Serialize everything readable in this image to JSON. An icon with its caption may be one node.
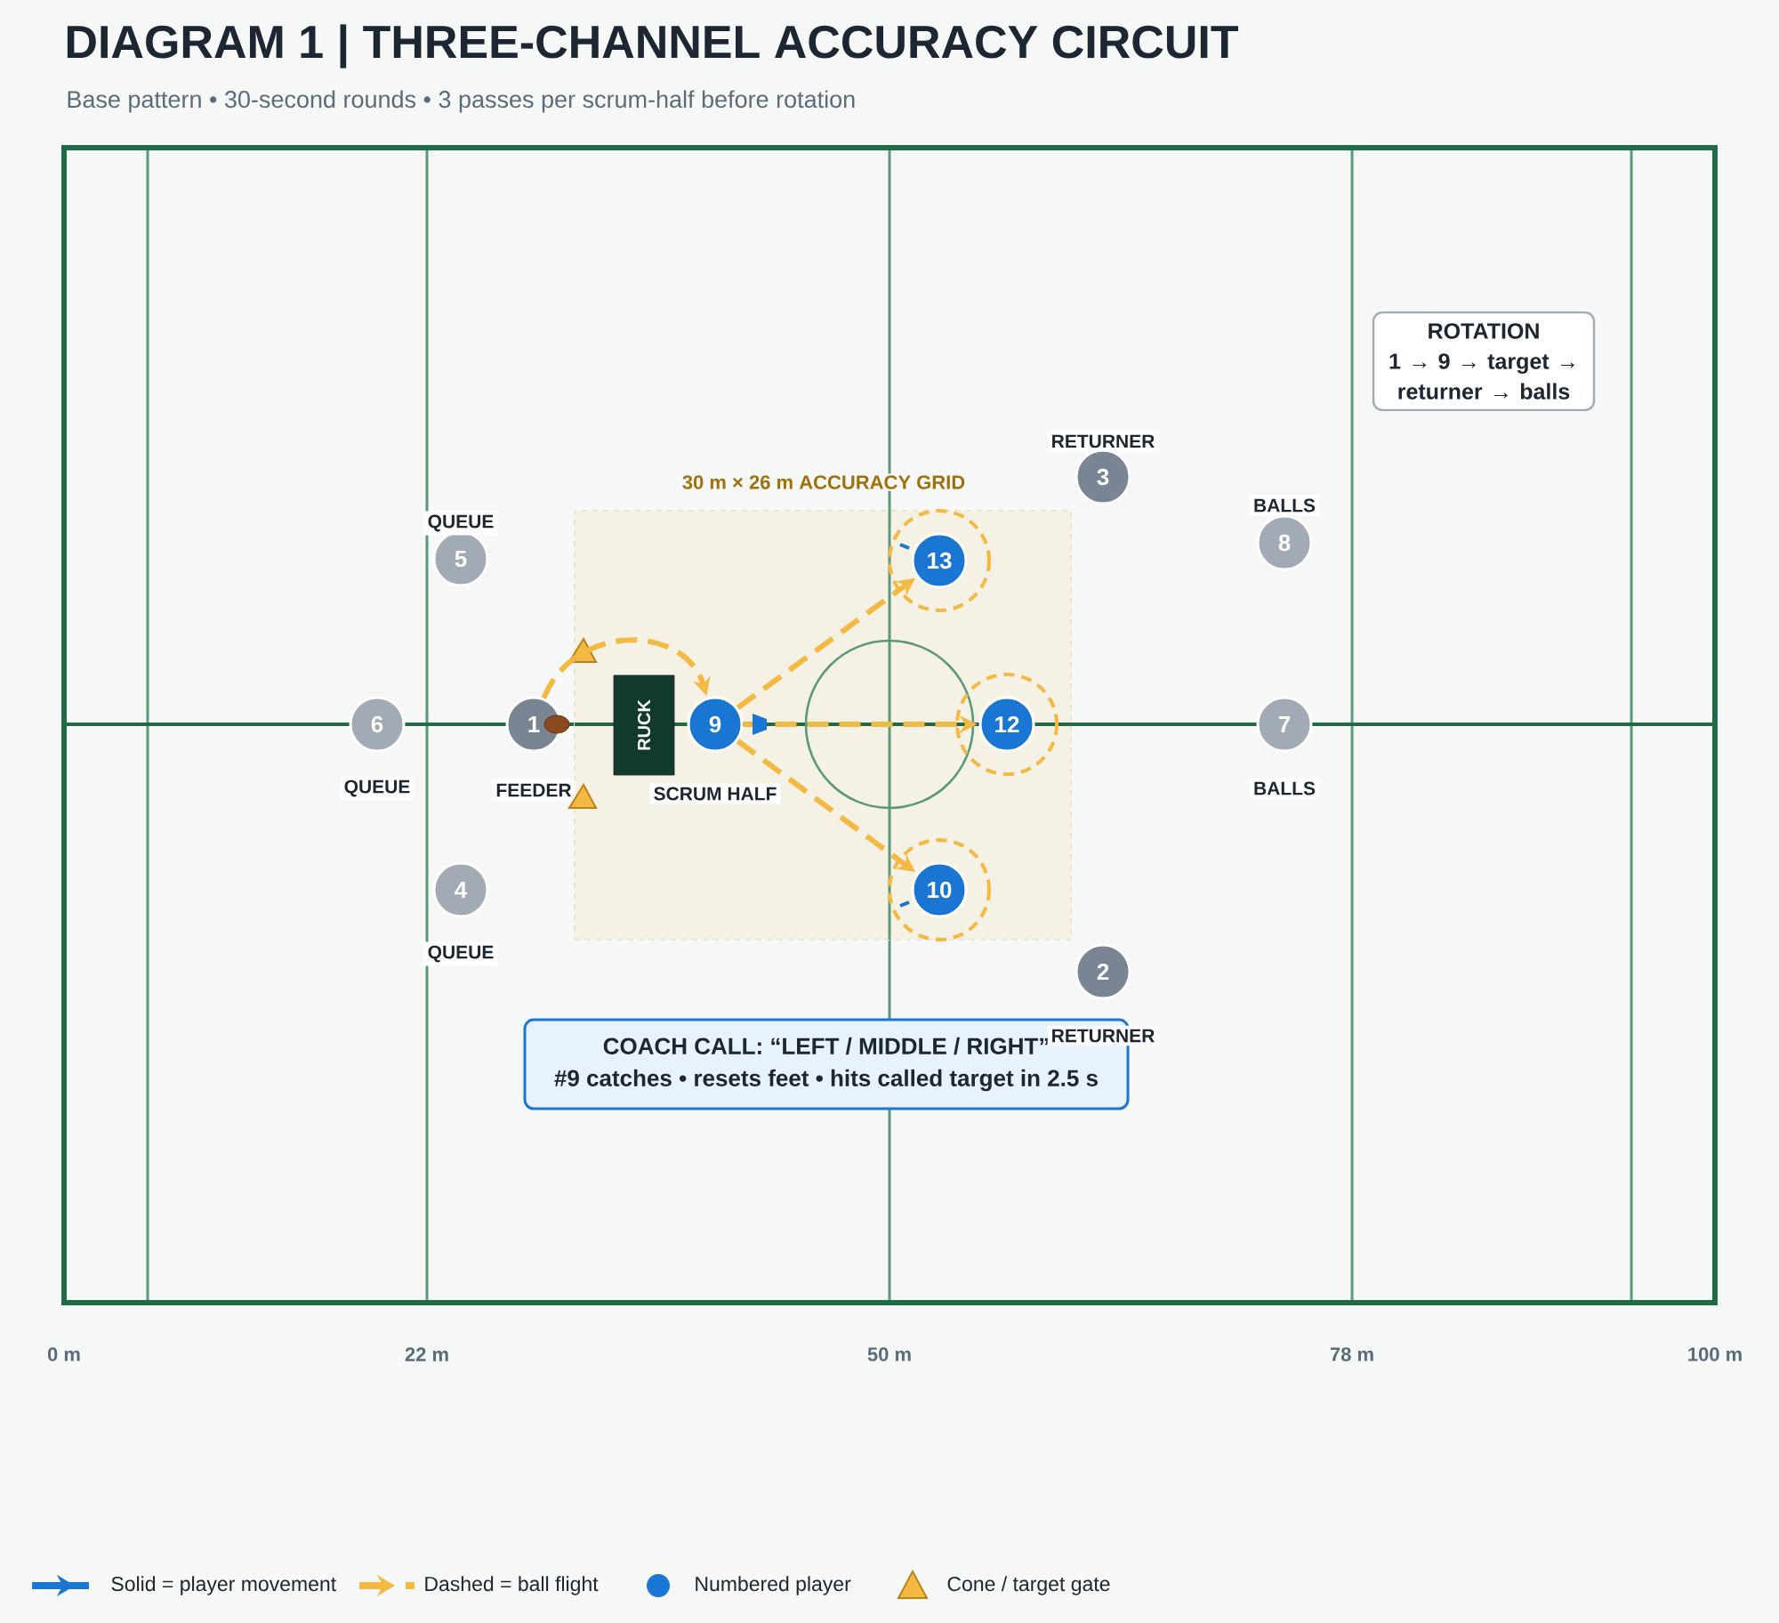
{
  "diagram": {
    "title": "DIAGRAM 1  |  THREE-CHANNEL ACCURACY CIRCUIT",
    "caption": "Base pattern • 30-second rounds • 3 passes per scrum-half before rotation",
    "nodes": [
      {
        "text": [
          "30 m × 26 m ACCURACY GRID"
        ]
      },
      {
        "text": [
          "RUCK"
        ],
        "in": 0
      },
      {
        "text": [
          "9"
        ],
        "in": 0
      },
      {
        "text": [
          "13"
        ],
        "in": 0
      },
      {
        "text": [
          "12"
        ],
        "in": 0
      },
      {
        "text": [
          "10"
        ],
        "in": 0
      },
      {
        "text": [
          "1"
        ],
        "beside": [
          "FEEDER"
        ]
      },
      {
        "text": [
          "2"
        ]
      },
      {
        "text": [
          "3"
        ],
        "beside": [
          "RETURNER"
        ]
      },
      {
        "text": [
          "4"
        ],
        "beside": [
          "QUEUE"
        ]
      },
      {
        "text": [
          "5"
        ],
        "beside": [
          "QUEUE"
        ]
      },
      {
        "text": [
          "6"
        ],
        "beside": [
          "QUEUE"
        ]
      },
      {
        "text": [
          "7"
        ],
        "beside": [
          "BALLS"
        ]
      },
      {
        "text": [
          "8"
        ],
        "beside": [
          "BALLS"
        ]
      },
      {
        "text": [
          "ROTATION",
          "1 → 9 → target → returner → balls"
        ]
      },
      {
        "text": [
          "COACH CALL: “LEFT / MIDDLE / RIGHT”",
          "#9 catches • resets feet • hits called target in 2.5 s"
        ]
      }
    ],
    "edges": [
      {
        "from": 6,
        "to": 2,
        "arrow": "to",
        "style": "dashed"
      },
      {
        "from": 2,
        "to": 3,
        "arrow": "to",
        "style": "dashed"
      },
      {
        "from": 2,
        "to": 4,
        "arrow": "to",
        "style": "dashed"
      },
      {
        "from": 2,
        "to": 5,
        "arrow": "to",
        "style": "dashed"
      }
    ],
    "labels": [
      "SCRUM HALF",
      "RETURNER",
      "0 m",
      "22 m",
      "50 m",
      "78 m",
      "100 m"
    ],
    "legend": [
      {
        "text": "Solid = player movement"
      },
      {
        "text": "Dashed = ball flight"
      },
      {
        "text": "Numbered player",
        "color": "#1976d2"
      },
      {
        "text": "Cone / target gate"
      }
    ]
  }
}
